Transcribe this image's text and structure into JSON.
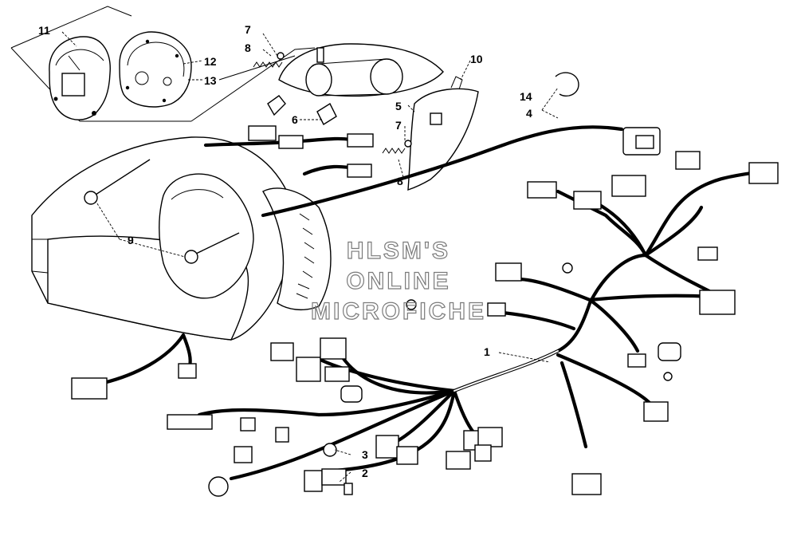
{
  "callouts": {
    "c1": "1",
    "c2": "2",
    "c3": "3",
    "c4": "4",
    "c5": "5",
    "c6": "6",
    "c7a": "7",
    "c7b": "7",
    "c8a": "8",
    "c8b": "8",
    "c9": "9",
    "c10": "10",
    "c11": "11",
    "c12": "12",
    "c13": "13",
    "c14": "14"
  },
  "watermark": {
    "line1": "HLSM'S",
    "line2": "ONLINE",
    "line3": "MICROFICHE"
  }
}
